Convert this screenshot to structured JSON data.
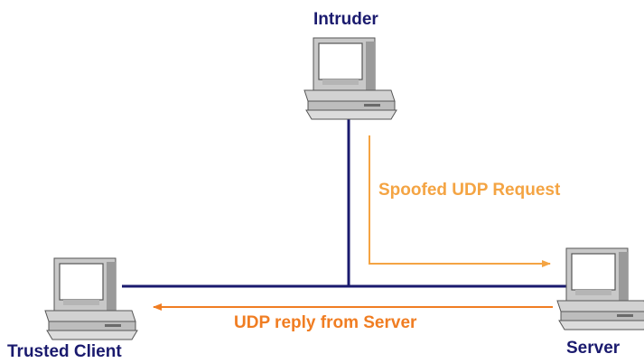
{
  "nodes": {
    "intruder": {
      "label": "Intruder",
      "icon": "computer-icon"
    },
    "client": {
      "label": "Trusted Client",
      "icon": "computer-icon"
    },
    "server": {
      "label": "Server",
      "icon": "computer-icon"
    }
  },
  "messages": {
    "request": {
      "label": "Spoofed UDP Request"
    },
    "reply": {
      "label": "UDP reply from Server"
    }
  },
  "colors": {
    "network_line": "#1a1a6e",
    "node_label": "#1a1a6e",
    "request": "#f4a443",
    "reply": "#f07d22",
    "computer_body": "#c8c8c8",
    "computer_shadow": "#8a8a8a",
    "screen": "#ffffff"
  }
}
